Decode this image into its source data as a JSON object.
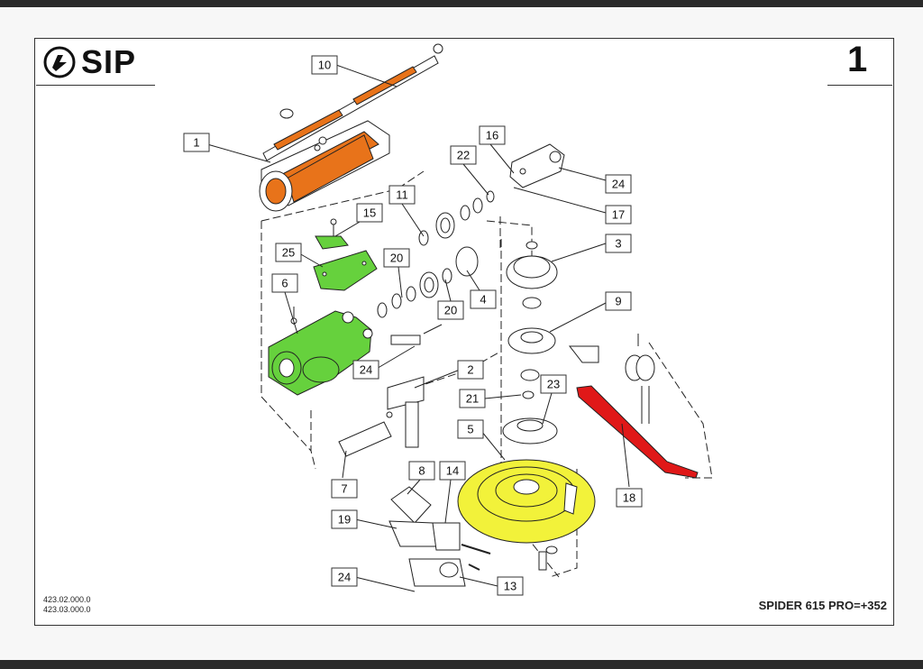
{
  "header": {
    "brand": "SIP",
    "page_number": "1"
  },
  "footer": {
    "ref_code_1": "423.02.000.0",
    "ref_code_2": "423.03.000.0",
    "model": "SPIDER 615 PRO=+352"
  },
  "colors": {
    "highlight_orange": "#e8731a",
    "highlight_green": "#66d13d",
    "highlight_yellow": "#f2f23a",
    "highlight_red": "#e01818"
  },
  "callouts": [
    "1",
    "10",
    "15",
    "25",
    "6",
    "11",
    "20",
    "20",
    "4",
    "22",
    "16",
    "24",
    "17",
    "3",
    "9",
    "24",
    "2",
    "21",
    "23",
    "5",
    "18",
    "7",
    "8",
    "14",
    "19",
    "24",
    "13"
  ]
}
